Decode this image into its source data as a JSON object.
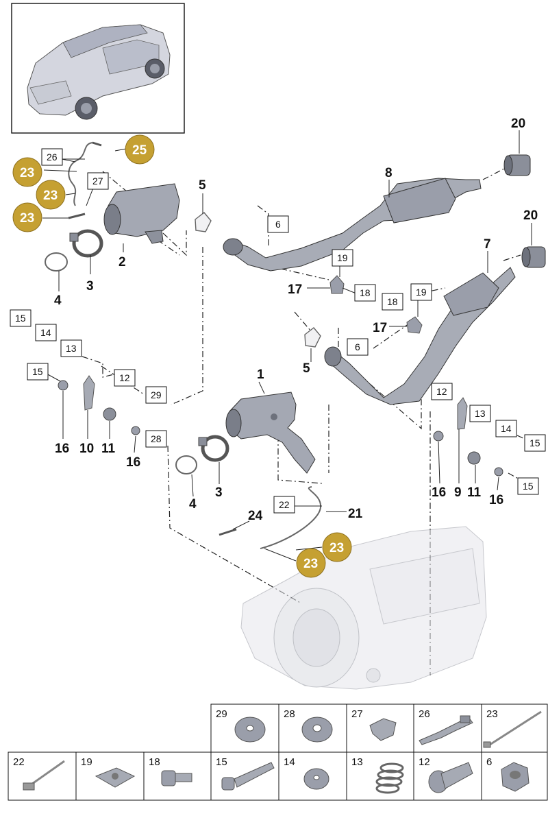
{
  "bold_labels": [
    "1",
    "2",
    "3",
    "3",
    "4",
    "4",
    "5",
    "5",
    "7",
    "8",
    "9",
    "10",
    "11",
    "11",
    "16",
    "16",
    "16",
    "16",
    "17",
    "17",
    "20",
    "20",
    "21",
    "24"
  ],
  "boxed_labels": [
    "6",
    "6",
    "12",
    "12",
    "13",
    "13",
    "14",
    "14",
    "15",
    "15",
    "15",
    "15",
    "18",
    "18",
    "19",
    "19",
    "22",
    "26",
    "27",
    "28",
    "29"
  ],
  "gold_labels": [
    "23",
    "23",
    "23",
    "23",
    "23",
    "25"
  ],
  "gold_color": "#c5a032",
  "legend": {
    "top_row": [
      "29",
      "28",
      "27",
      "26",
      "23"
    ],
    "bottom_row": [
      "22",
      "19",
      "18",
      "15",
      "14",
      "13",
      "12",
      "6"
    ]
  }
}
